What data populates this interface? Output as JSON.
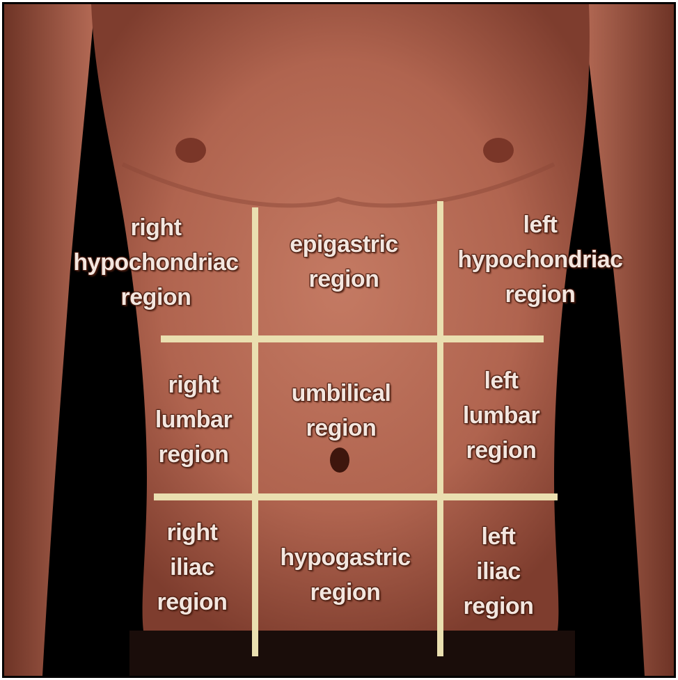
{
  "colors": {
    "skin": "#b86a57",
    "skin_dark": "#8a4536",
    "background": "#000000",
    "grid_lines": "#eadfb0",
    "label_text": "#f3e6df"
  },
  "regions": [
    {
      "id": "right-hypochondriac",
      "lines": [
        "right",
        "hypochondriac",
        "region"
      ]
    },
    {
      "id": "epigastric",
      "lines": [
        "epigastric",
        "region"
      ]
    },
    {
      "id": "left-hypochondriac",
      "lines": [
        "left",
        "hypochondriac",
        "region"
      ]
    },
    {
      "id": "right-lumbar",
      "lines": [
        "right",
        "lumbar",
        "region"
      ]
    },
    {
      "id": "umbilical",
      "lines": [
        "umbilical",
        "region"
      ]
    },
    {
      "id": "left-lumbar",
      "lines": [
        "left",
        "lumbar",
        "region"
      ]
    },
    {
      "id": "right-iliac",
      "lines": [
        "right",
        "iliac",
        "region"
      ]
    },
    {
      "id": "hypogastric",
      "lines": [
        "hypogastric",
        "region"
      ]
    },
    {
      "id": "left-iliac",
      "lines": [
        "left",
        "iliac",
        "region"
      ]
    }
  ]
}
